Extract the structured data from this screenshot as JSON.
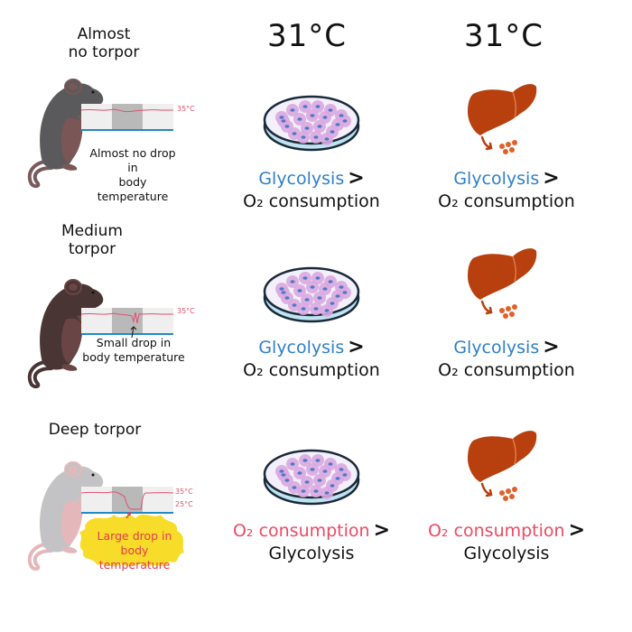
{
  "columns": {
    "cells_temperature": "31°C",
    "liver_temperature": "31°C"
  },
  "rows": [
    {
      "title_line1": "Almost",
      "title_line2": "no torpor",
      "caption_line1": "Almost no drop in",
      "caption_line2": "body temperature",
      "graph_labels": [
        "35°C"
      ],
      "mouse_color": "#5a5a5c",
      "cells": {
        "first": "Glycolysis",
        "first_color": "#2f7fc8",
        "comparator": ">",
        "second": "O₂ consumption"
      },
      "liver": {
        "first": "Glycolysis",
        "first_color": "#2f7fc8",
        "comparator": ">",
        "second": "O₂ consumption"
      }
    },
    {
      "title_line1": "Medium",
      "title_line2": "torpor",
      "caption_line1": "Small drop in",
      "caption_line2": "body temperature",
      "graph_labels": [
        "35°C"
      ],
      "mouse_color": "#4a3535",
      "cells": {
        "first": "Glycolysis",
        "first_color": "#2f7fc8",
        "comparator": ">",
        "second": "O₂ consumption"
      },
      "liver": {
        "first": "Glycolysis",
        "first_color": "#2f7fc8",
        "comparator": ">",
        "second": "O₂ consumption"
      }
    },
    {
      "title_line1": "Deep torpor",
      "title_line2": "",
      "caption_line1": "Large drop in",
      "caption_line2": "body temperature",
      "graph_labels": [
        "35°C",
        "25°C"
      ],
      "mouse_color": "#c3c3c5",
      "cells": {
        "first": "O₂ consumption",
        "first_color": "#ec4a63",
        "comparator": ">",
        "second": "Glycolysis"
      },
      "liver": {
        "first": "O₂ consumption",
        "first_color": "#ec4a63",
        "comparator": ">",
        "second": "Glycolysis"
      }
    }
  ],
  "colors": {
    "liver": "#b8400f",
    "glucose_dots": "#e0602a",
    "dish_rim": "#1a2a3a",
    "dish_fill": "#bfe3f0",
    "cells_pink": "#d9a8e0",
    "nucleus": "#4f78c8",
    "graph_line": "#e05070",
    "graph_baseline": "#1f8bc0",
    "highlight_burst": "#f7dc2a"
  }
}
